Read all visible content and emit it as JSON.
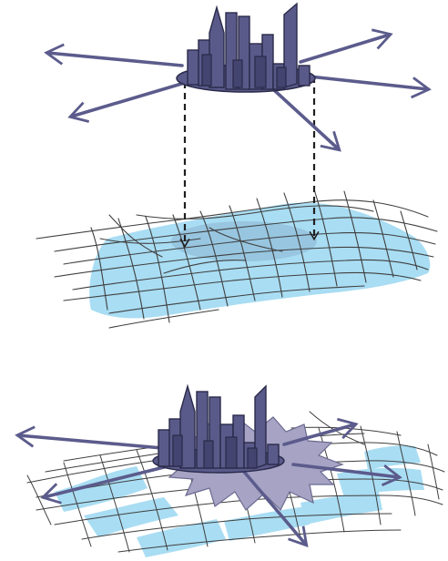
{
  "diagram": {
    "panels": [
      {
        "name": "top-city-with-projection",
        "depicts": "city-icon-radiating-arrows-projected-onto-network-grid"
      },
      {
        "name": "bottom-city-embedded-in-grid",
        "depicts": "city-icon-with-star-shaped-footprint-and-radiating-arrows-on-fragmented-grid"
      }
    ],
    "colors": {
      "building_fill": "#5A5A8A",
      "building_stroke": "#2A2A4A",
      "building_dark": "#444470",
      "arrow": "#5B5B8C",
      "grid_fill": "#A9DDF3",
      "grid_line": "#3F3F3F",
      "footprint_star": "#A6A3C4",
      "projection_line": "#1F1F1F"
    },
    "icons": [
      "city-skyline-icon",
      "arrow-icon",
      "dashed-projection-arrow-icon",
      "network-grid-icon",
      "star-footprint-icon"
    ]
  }
}
